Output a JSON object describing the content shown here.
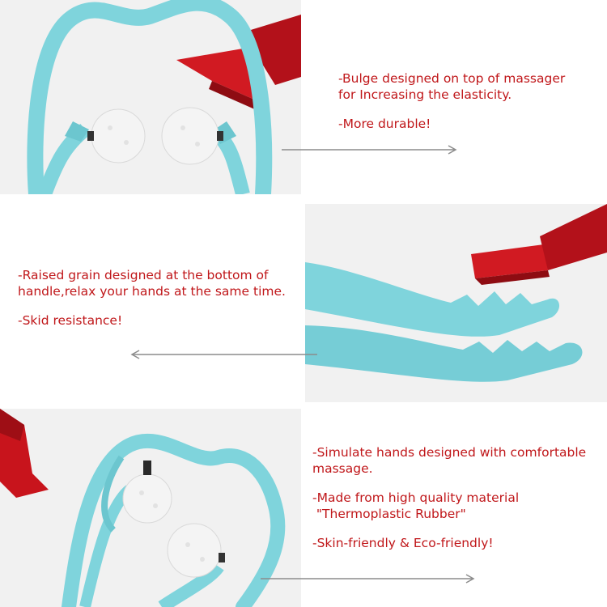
{
  "colors": {
    "accent_text": "#c0171a",
    "product_blue": "#7fd4dc",
    "ribbon_red": "#c8141c",
    "panel_bg": "#f1f1f1",
    "arrow_gray": "#8c8c8c"
  },
  "icons": [
    "neck-massager-photo",
    "ribbon-icon",
    "massage-ball-icon",
    "arrow-right-icon",
    "arrow-left-icon"
  ],
  "sections": [
    {
      "lines": [
        "-Bulge designed on top of massager",
        "for Increasing the elasticity."
      ],
      "note": "-More durable!"
    },
    {
      "lines": [
        "-Raised grain designed at the bottom of",
        "handle,relax your hands at the same time."
      ],
      "note": "-Skid resistance!"
    },
    {
      "lines": [
        "-Simulate hands designed with comfortable",
        "massage."
      ],
      "lines2": [
        "-Made from high quality material",
        " \"Thermoplastic Rubber\""
      ],
      "note": "-Skin-friendly & Eco-friendly!"
    }
  ]
}
